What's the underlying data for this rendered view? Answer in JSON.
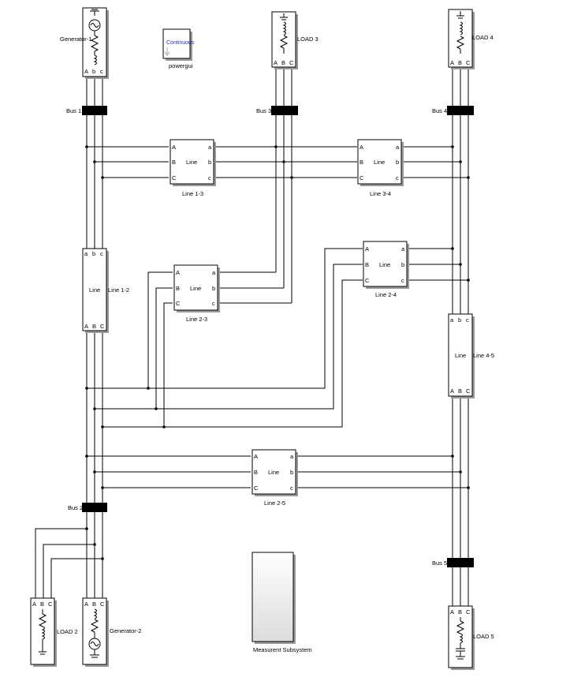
{
  "generators": [
    {
      "id": "gen1",
      "label": "Generator-1"
    },
    {
      "id": "gen2",
      "label": "Generator-2"
    }
  ],
  "loads": [
    {
      "id": "load2",
      "label": "LOAD 2"
    },
    {
      "id": "load3",
      "label": "LOAD 3"
    },
    {
      "id": "load4",
      "label": "LOAD 4"
    },
    {
      "id": "load5",
      "label": "LOAD 5"
    }
  ],
  "buses": [
    {
      "id": "bus1",
      "label": "Bus 1"
    },
    {
      "id": "bus2",
      "label": "Bus 2"
    },
    {
      "id": "bus3",
      "label": "Bus 3"
    },
    {
      "id": "bus4",
      "label": "Bus 4"
    },
    {
      "id": "bus5",
      "label": "Bus 5"
    }
  ],
  "lines": [
    {
      "id": "l13",
      "label": "Line 1-3",
      "inner": "Line"
    },
    {
      "id": "l34",
      "label": "Line 3-4",
      "inner": "Line"
    },
    {
      "id": "l12",
      "label": "Line 1-2",
      "inner": "Line"
    },
    {
      "id": "l23",
      "label": "Line 2-3",
      "inner": "Line"
    },
    {
      "id": "l24",
      "label": "Line 2-4",
      "inner": "Line"
    },
    {
      "id": "l45",
      "label": "Line 4-5",
      "inner": "Line"
    },
    {
      "id": "l25",
      "label": "Line 2-5",
      "inner": "Line"
    }
  ],
  "ports": {
    "upper": [
      "A",
      "B",
      "C"
    ],
    "lower": [
      "a",
      "b",
      "c"
    ]
  },
  "powergui": {
    "label": "powergui",
    "inner": "Continuous"
  },
  "measurement": {
    "label": "Measurent Subsystem"
  }
}
